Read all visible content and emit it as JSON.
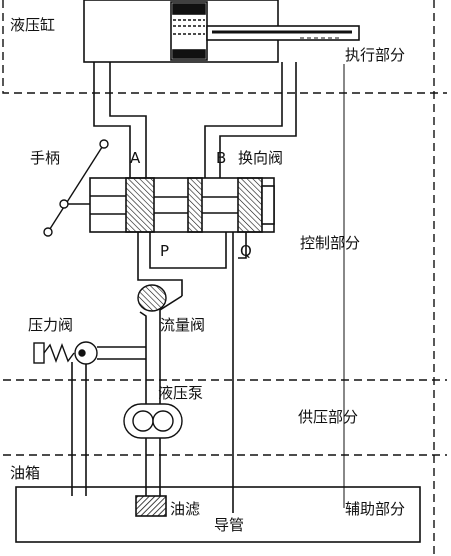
{
  "labels": {
    "cylinder": "液压缸",
    "execution_part": "执行部分",
    "handle": "手柄",
    "port_a": "A",
    "port_b": "B",
    "reversing_valve": "换向阀",
    "control_part": "控制部分",
    "port_p": "P",
    "port_q": "Q",
    "pressure_valve": "压力阀",
    "flow_valve": "流量阀",
    "hydraulic_pump": "液压泵",
    "supply_part": "供压部分",
    "oil_tank": "油箱",
    "oil_filter": "油滤",
    "conduit": "导管",
    "auxiliary_part": "辅助部分"
  }
}
